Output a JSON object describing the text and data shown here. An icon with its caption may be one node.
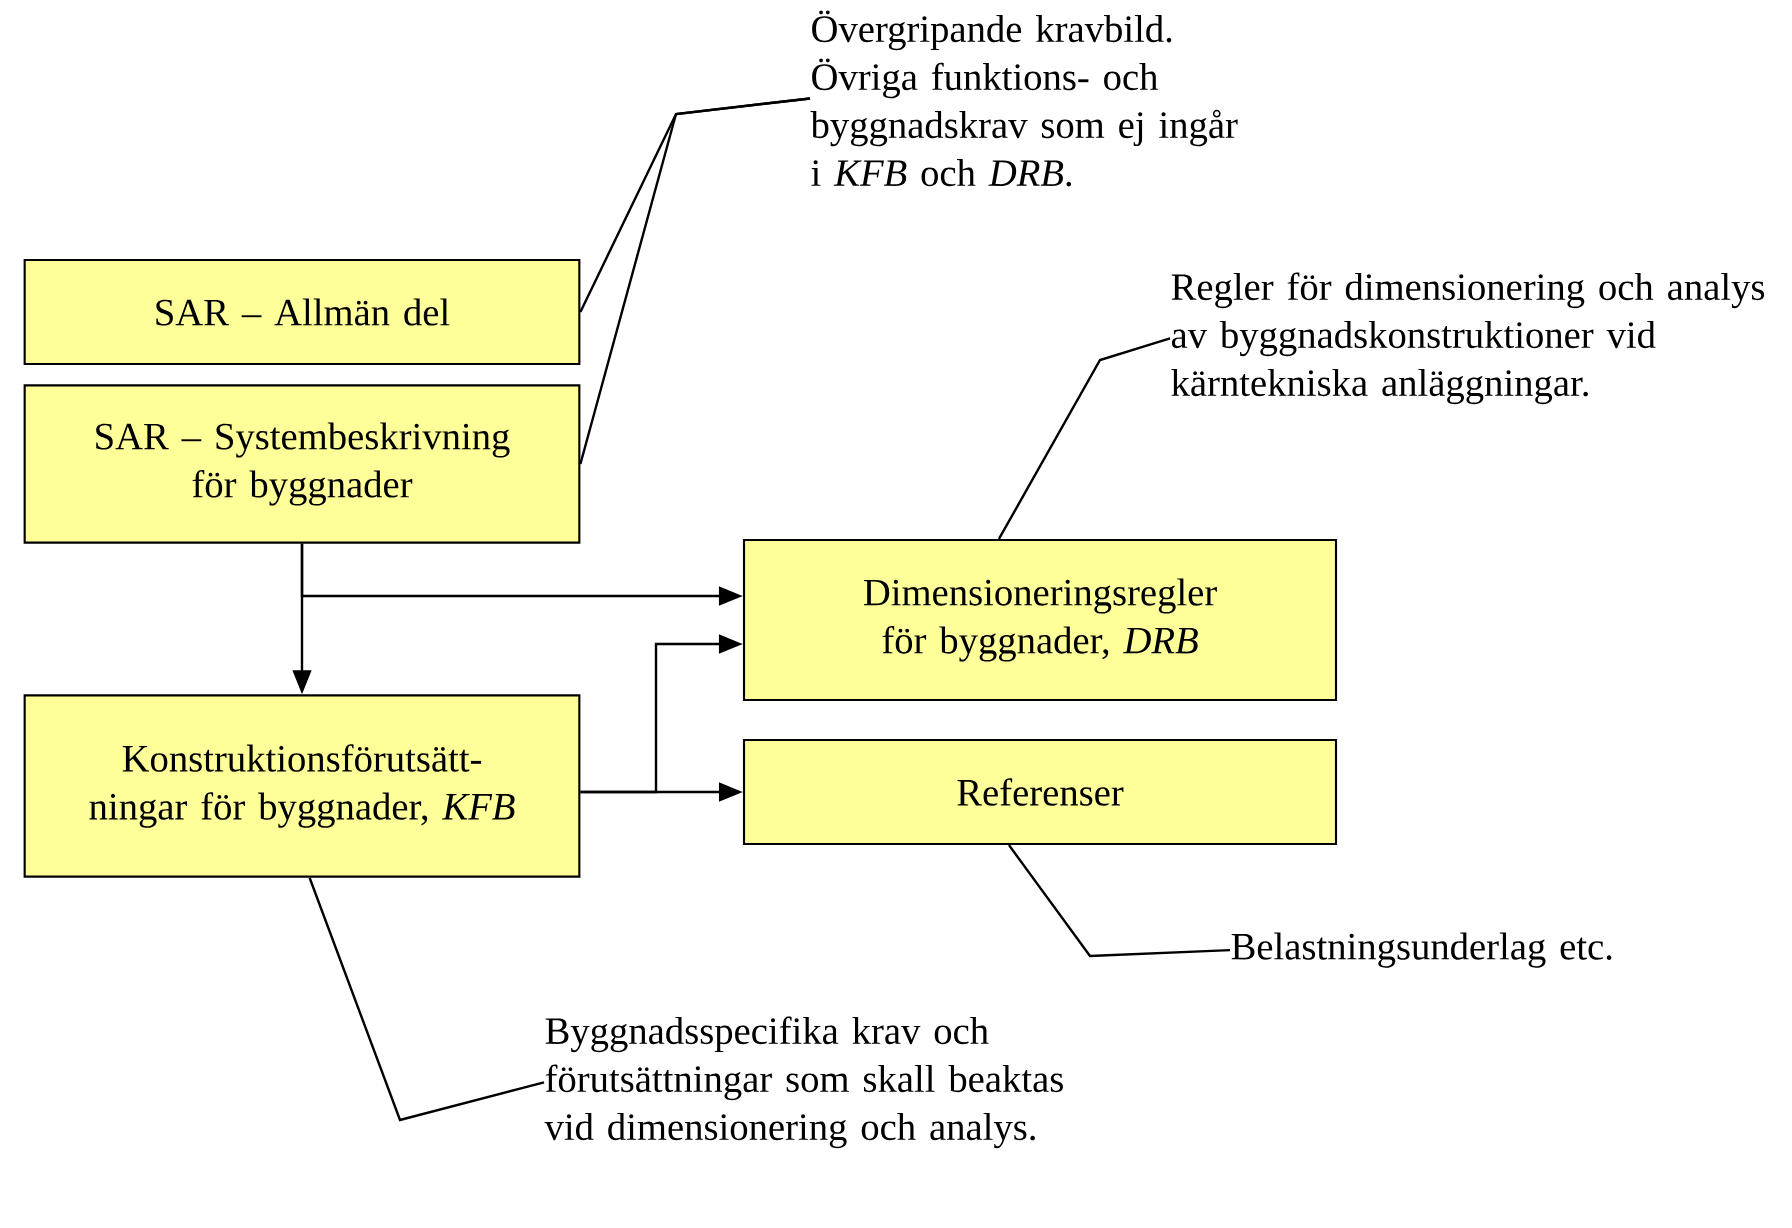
{
  "diagram": {
    "nodes": [
      {
        "text": [
          "SAR – Allmän del"
        ]
      },
      {
        "text": [
          "SAR – Systembeskrivning för byggnader"
        ]
      },
      {
        "text": [
          "Dimensioneringsregler för byggnader, *DRB*"
        ]
      },
      {
        "text": [
          "Konstruktionsförutsätt-ningar för byggnader, *KFB*"
        ]
      },
      {
        "text": [
          "Referenser"
        ]
      },
      {
        "text": [
          "Övergripande kravbild. Övriga funktions- och byggnadskrav som ej ingår i *KFB* och *DRB*."
        ]
      },
      {
        "text": [
          "Regler för dimensionering och analys av byggnadskonstruktioner vid kärntekniska anläggningar."
        ]
      },
      {
        "text": [
          "Belastningsunderlag etc."
        ]
      },
      {
        "text": [
          "Byggnadsspecifika krav och förutsättningar som skall beaktas vid dimensionering och analys."
        ]
      }
    ],
    "edges": [
      {
        "from": 1,
        "to": 3,
        "arrow": "to"
      },
      {
        "from": 1,
        "to": 2,
        "arrow": "to"
      },
      {
        "from": 3,
        "to": 2,
        "arrow": "to"
      },
      {
        "from": 3,
        "to": 4,
        "arrow": "to"
      },
      {
        "from": 5,
        "to": 0,
        "arrow": "none"
      },
      {
        "from": 5,
        "to": 1,
        "arrow": "none"
      },
      {
        "from": 6,
        "to": 2,
        "arrow": "none"
      },
      {
        "from": 7,
        "to": 4,
        "arrow": "none"
      },
      {
        "from": 8,
        "to": 3,
        "arrow": "none"
      }
    ]
  }
}
